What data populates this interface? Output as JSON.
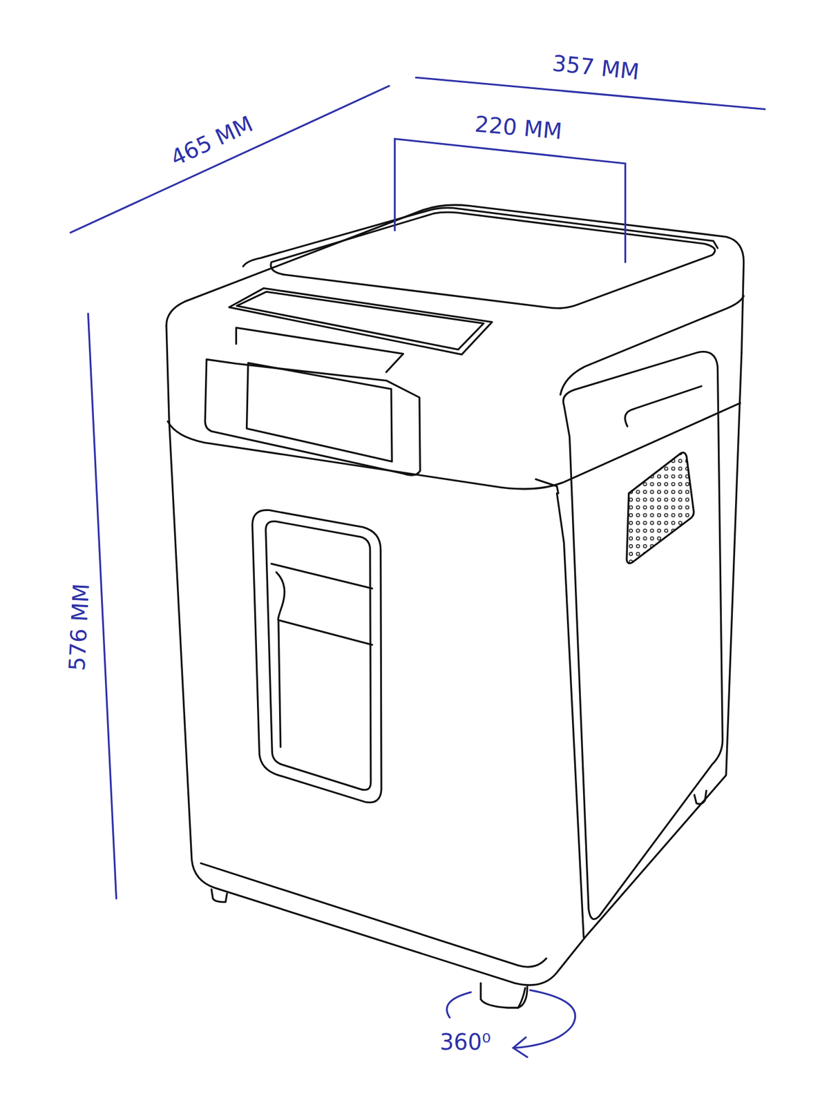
{
  "diagram": {
    "labels": [
      "357 MM",
      "465 MM",
      "220 MM",
      "576 MM",
      "360⁰"
    ]
  }
}
